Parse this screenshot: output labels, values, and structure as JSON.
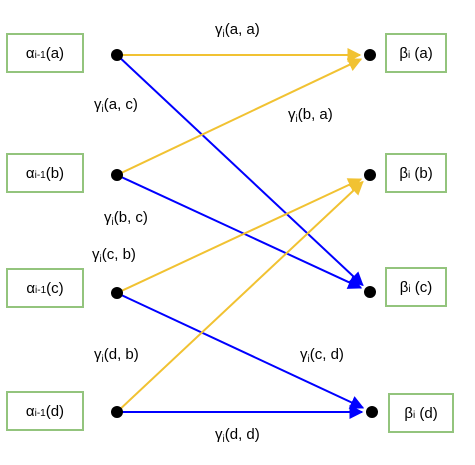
{
  "colors": {
    "box_border": "#93c47d",
    "edge_same": "#f1c232",
    "edge_diff": "#0000ff",
    "dot": "#000000"
  },
  "left_nodes": [
    {
      "sym": "α",
      "sub": "i-1",
      "arg": "(a)"
    },
    {
      "sym": "α",
      "sub": "i-1",
      "arg": "(b)"
    },
    {
      "sym": "α",
      "sub": "i-1",
      "arg": "(c)"
    },
    {
      "sym": "α",
      "sub": "i-1",
      "arg": "(d)"
    }
  ],
  "right_nodes": [
    {
      "sym": "β",
      "sub": "i",
      "arg": " (a)"
    },
    {
      "sym": "β",
      "sub": "i",
      "arg": " (b)"
    },
    {
      "sym": "β",
      "sub": "i",
      "arg": " (c)"
    },
    {
      "sym": "β",
      "sub": "i",
      "arg": " (d)"
    }
  ],
  "edges": [
    {
      "from": "a",
      "to": "a",
      "color": "yellow",
      "label": {
        "sym": "γ",
        "sub": "i",
        "arg": "(a, a)"
      }
    },
    {
      "from": "a",
      "to": "c",
      "color": "blue",
      "label": {
        "sym": "γ",
        "sub": "i",
        "arg": "(a, c)"
      }
    },
    {
      "from": "b",
      "to": "a",
      "color": "yellow",
      "label": {
        "sym": "γ",
        "sub": "i",
        "arg": "(b, a)"
      }
    },
    {
      "from": "b",
      "to": "c",
      "color": "blue",
      "label": {
        "sym": "γ",
        "sub": "i",
        "arg": "(b, c)"
      }
    },
    {
      "from": "c",
      "to": "b",
      "color": "yellow",
      "label": {
        "sym": "γ",
        "sub": "i",
        "arg": "(c, b)"
      }
    },
    {
      "from": "c",
      "to": "d",
      "color": "blue",
      "label": {
        "sym": "γ",
        "sub": "i",
        "arg": "(c, d)"
      }
    },
    {
      "from": "d",
      "to": "b",
      "color": "yellow",
      "label": {
        "sym": "γ",
        "sub": "i",
        "arg": "(d, b)"
      }
    },
    {
      "from": "d",
      "to": "d",
      "color": "blue",
      "label": {
        "sym": "γ",
        "sub": "i",
        "arg": "(d, d)"
      }
    }
  ]
}
